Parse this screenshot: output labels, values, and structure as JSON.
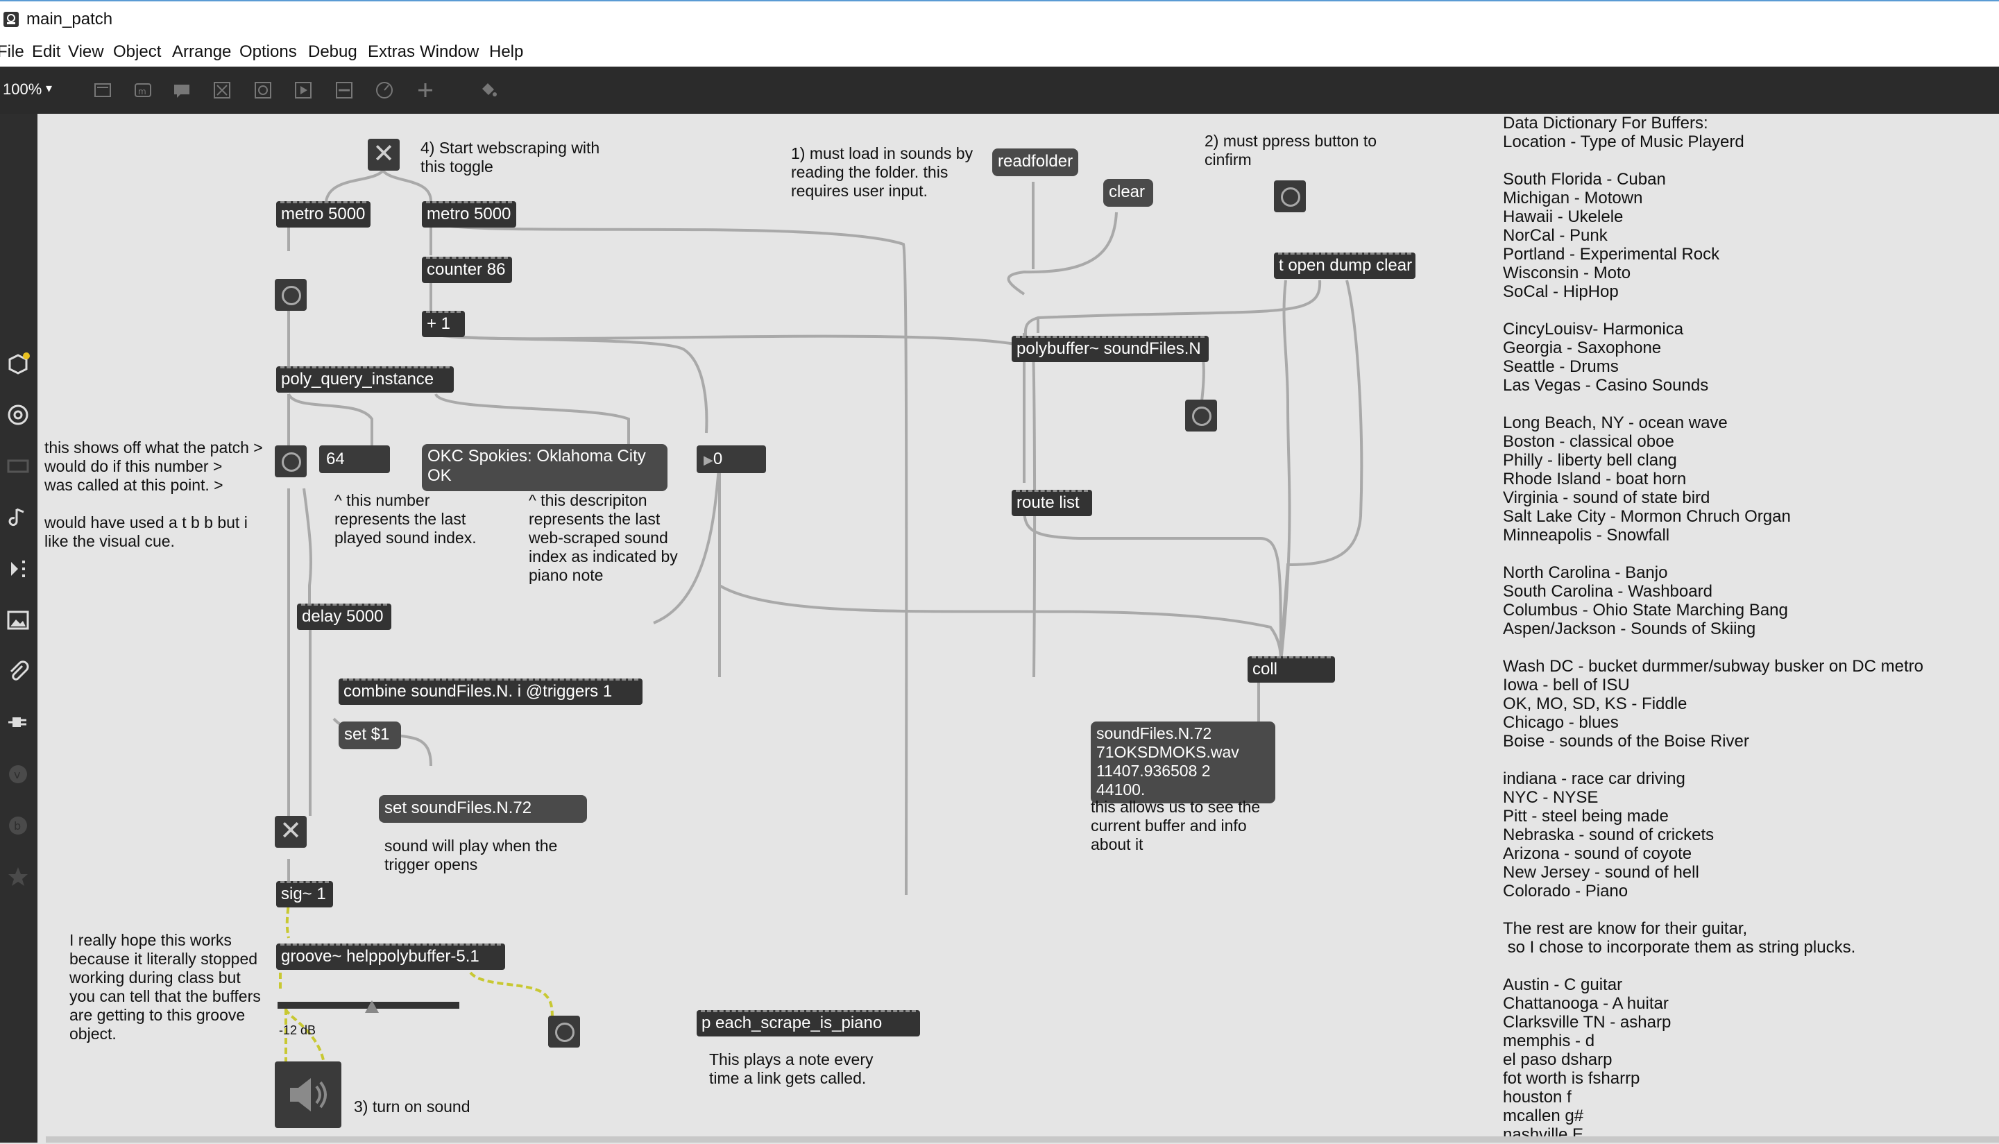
{
  "window": {
    "title": "main_patch"
  },
  "menu": [
    "File",
    "Edit",
    "View",
    "Object",
    "Arrange",
    "Options",
    "Debug",
    "Extras",
    "Window",
    "Help"
  ],
  "toolbar": {
    "zoom": "100%"
  },
  "objects": {
    "metro_a": "metro 5000",
    "metro_b": "metro 5000",
    "counter": "counter 86",
    "plus": "+ 1",
    "poly_query": "poly_query_instance",
    "delay": "delay 5000",
    "combine": "combine soundFiles.N. i @triggers 1",
    "sig": "sig~ 1",
    "groove": "groove~ helppolybuffer-5.1",
    "polybuffer": "polybuffer~ soundFiles.N",
    "route": "route list",
    "t_open": "t open dump clear",
    "coll": "coll",
    "piano": "p each_scrape_is_piano"
  },
  "messages": {
    "readfolder": "readfolder",
    "clear": "clear",
    "set1": "set $1",
    "set_sound": "set soundFiles.N.72",
    "okc": "OKC Spokies: Oklahoma City\nOK",
    "coll_out": "soundFiles.N.72\n71OKSDMOKS.wav\n11407.936508 2\n44100."
  },
  "numbers": {
    "last_index": "64",
    "piano_num": "0"
  },
  "gain": {
    "label": "-12 dB",
    "level": 0.52
  },
  "comments": {
    "start_toggle": "4) Start webscraping with\nthis toggle",
    "load_sounds": "1) must load in sounds by\nreading the folder. this\nrequires user input.",
    "press_button": "2) must ppress button to\ncinfirm",
    "shows_off": "this shows off what the patch >\nwould do if this number >\nwas called at this point. >\n\nwould have used a t b b but i\nlike the visual cue.",
    "number_note": "^ this number\nrepresents the last\nplayed sound index.",
    "desc_note": "^ this descripiton\nrepresents the last\nweb-scraped sound\nindex as indicated by\npiano note",
    "trigger_note": "sound will play when the\ntrigger opens",
    "coll_note": "this allows us to see the\ncurrent buffer and info\nabout it",
    "hope_note": "I really hope this works\nbecause it literally stopped\nworking during class but\nyou can tell that the buffers\nare getting to this groove\nobject.",
    "piano_note": "This plays a note every\ntime a link gets called.",
    "turn_on": "3) turn on sound"
  },
  "data_dictionary": "Data Dictionary For Buffers:\nLocation - Type of Music Playerd\n\nSouth Florida - Cuban\nMichigan - Motown\nHawaii - Ukelele\nNorCal - Punk\nPortland - Experimental Rock\nWisconsin - Moto\nSoCal - HipHop\n\nCincyLouisv- Harmonica\nGeorgia - Saxophone\nSeattle - Drums\nLas Vegas - Casino Sounds\n\nLong Beach, NY - ocean wave\nBoston - classical oboe\nPhilly - liberty bell clang\nRhode Island - boat horn\nVirginia - sound of state bird\nSalt Lake City - Mormon Chruch Organ\nMinneapolis - Snowfall\n\nNorth Carolina - Banjo\nSouth Carolina - Washboard\nColumbus - Ohio State Marching Bang\nAspen/Jackson - Sounds of Skiing\n\nWash DC - bucket durmmer/subway busker on DC metro\nIowa - bell of ISU\nOK, MO, SD, KS - Fiddle\nChicago - blues\nBoise - sounds of the Boise River\n\nindiana - race car driving\nNYC - NYSE\nPitt - steel being made\nNebraska - sound of crickets\nArizona - sound of coyote\nNew Jersey - sound of hell\nColorado - Piano\n\nThe rest are know for their guitar,\n so I chose to incorporate them as string plucks.\n\nAustin - C guitar\nChattanooga - A huitar\nClarksville TN - asharp\nmemphis - d\nel paso dsharp\nfot worth is fsharrp\nhouston f\nmcallen g#\nnashville E",
  "colors": {
    "toolbar": "#2b2b2b",
    "canvas": "#e5e5e5",
    "object": "#333333",
    "wire": "#a9a9a9",
    "signal_wire": "#c8c832"
  }
}
